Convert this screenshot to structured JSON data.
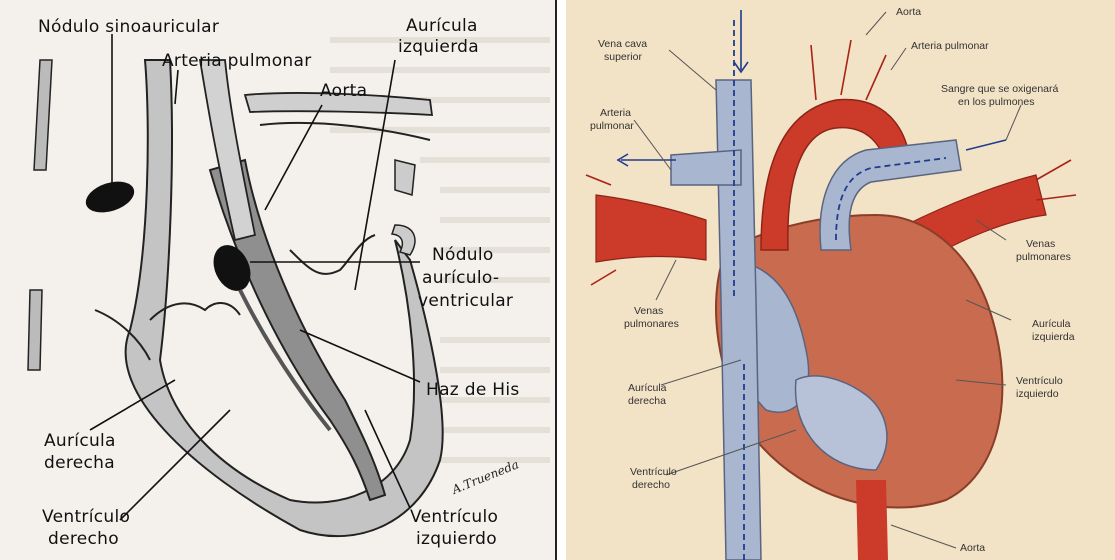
{
  "left_diagram": {
    "labels": {
      "nodulo_sinoauricular": "Nódulo sinoauricular",
      "arteria_pulmonar": "Arteria pulmonar",
      "aorta": "Aorta",
      "auricula_izquierda_1": "Aurícula",
      "auricula_izquierda_2": "izquierda",
      "nodulo_av_1": "Nódulo",
      "nodulo_av_2": "aurículo-",
      "nodulo_av_3": "ventricular",
      "haz_de_his": "Haz de His",
      "auricula_derecha_1": "Aurícula",
      "auricula_derecha_2": "derecha",
      "ventriculo_derecho_1": "Ventrículo",
      "ventriculo_derecho_2": "derecho",
      "ventriculo_izquierdo_1": "Ventrículo",
      "ventriculo_izquierdo_2": "izquierdo"
    },
    "signature": "A.Trueneda"
  },
  "right_diagram": {
    "labels": {
      "aorta_top": "Aorta",
      "vena_cava_1": "Vena cava",
      "vena_cava_2": "superior",
      "arteria_pulmonar_top": "Arteria pulmonar",
      "arteria_pulmonar_left_1": "Arteria",
      "arteria_pulmonar_left_2": "pulmonar",
      "sangre_1": "Sangre que se oxigenará",
      "sangre_2": "en los pulmones",
      "venas_pulmonares_right_1": "Venas",
      "venas_pulmonares_right_2": "pulmonares",
      "venas_pulmonares_left_1": "Venas",
      "venas_pulmonares_left_2": "pulmonares",
      "auricula_izquierda_1": "Aurícula",
      "auricula_izquierda_2": "izquierda",
      "auricula_derecha_1": "Aurícula",
      "auricula_derecha_2": "derecha",
      "ventriculo_izquierdo_1": "Ventrículo",
      "ventriculo_izquierdo_2": "izquierdo",
      "ventriculo_derecho_1": "Ventrículo",
      "ventriculo_derecho_2": "derecho",
      "aorta_bottom": "Aorta"
    },
    "colors": {
      "oxygenated": "#cc3a2a",
      "deoxygenated": "#a9b6cf",
      "heart_muscle": "#c96b4f",
      "background": "#f2e2c6",
      "flow_arrow": "#1e3c8c"
    }
  }
}
